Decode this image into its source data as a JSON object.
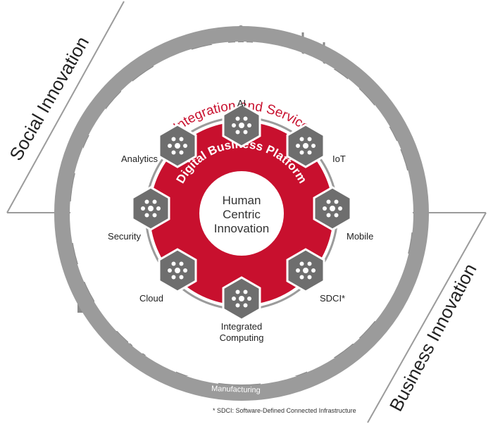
{
  "side_labels": {
    "left": "Social Innovation",
    "right": "Business Innovation"
  },
  "outer_ring": {
    "title": "Integration and Service",
    "sectors": [
      "Mobility",
      "Energy",
      "Food and Agriculture",
      "Education",
      "Marketing",
      "Retail",
      "Manufacturing",
      "Finance",
      "Public",
      "Quality of Life",
      "Safety"
    ]
  },
  "platform": {
    "title": "Digital Business Platform",
    "center": [
      "Human",
      "Centric",
      "Innovation"
    ]
  },
  "technologies": [
    {
      "label": "AI",
      "icon": "ai-network-icon"
    },
    {
      "label": "IoT",
      "icon": "iot-nodes-icon"
    },
    {
      "label": "Mobile",
      "icon": "mobile-people-icon"
    },
    {
      "label": "SDCI*",
      "icon": "globe-grid-icon"
    },
    {
      "label": "Integrated\nComputing",
      "icon": "server-stack-icon"
    },
    {
      "label": "Cloud",
      "icon": "cloud-blocks-icon"
    },
    {
      "label": "Security",
      "icon": "lock-shield-icon"
    },
    {
      "label": "Analytics",
      "icon": "grid-dots-icon"
    }
  ],
  "footnote": "* SDCI: Software-Defined Connected Infrastructure",
  "colors": {
    "red": "#c8102e",
    "gray": "#9b9b9b",
    "dark_gray": "#6e6e6e",
    "white": "#ffffff"
  }
}
